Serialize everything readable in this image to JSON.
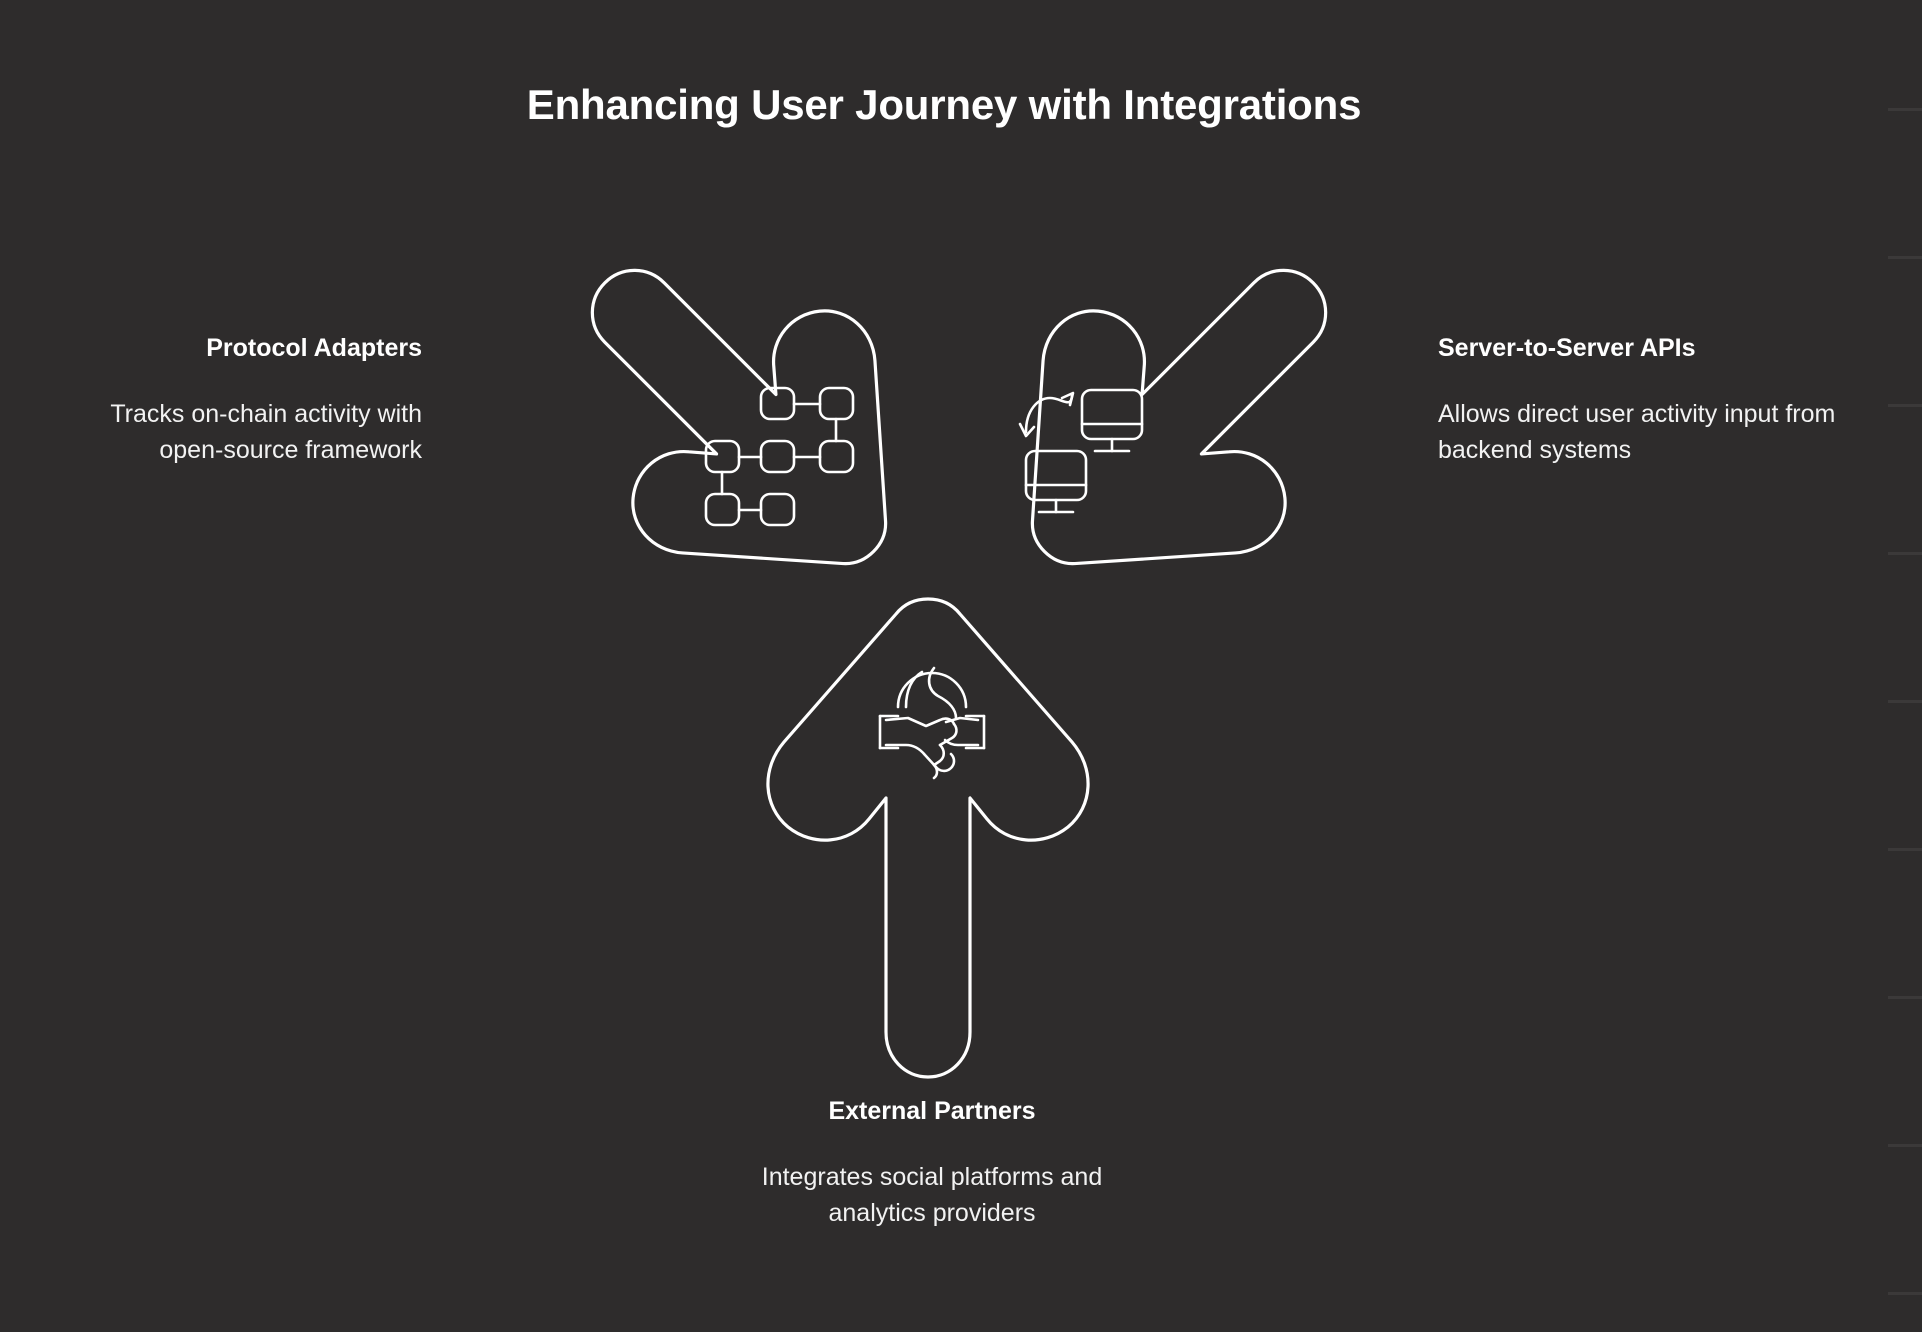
{
  "page": {
    "title": "Enhancing User Journey with Integrations",
    "background_color": "#2e2c2c",
    "stroke_color": "#ffffff",
    "text_color": "#ffffff"
  },
  "nodes": [
    {
      "id": "protocol-adapters",
      "title": "Protocol Adapters",
      "description": "Tracks on-chain activity with open-source framework",
      "icon": "network-nodes-icon",
      "arrow": "arrow-down-right",
      "align": "right"
    },
    {
      "id": "server-to-server-apis",
      "title": "Server-to-Server APIs",
      "description": "Allows direct user activity input from backend systems",
      "icon": "servers-exchange-icon",
      "arrow": "arrow-down-left",
      "align": "left"
    },
    {
      "id": "external-partners",
      "title": "External Partners",
      "description": "Integrates social platforms and analytics providers",
      "icon": "handshake-globe-icon",
      "arrow": "arrow-up",
      "align": "center"
    }
  ]
}
